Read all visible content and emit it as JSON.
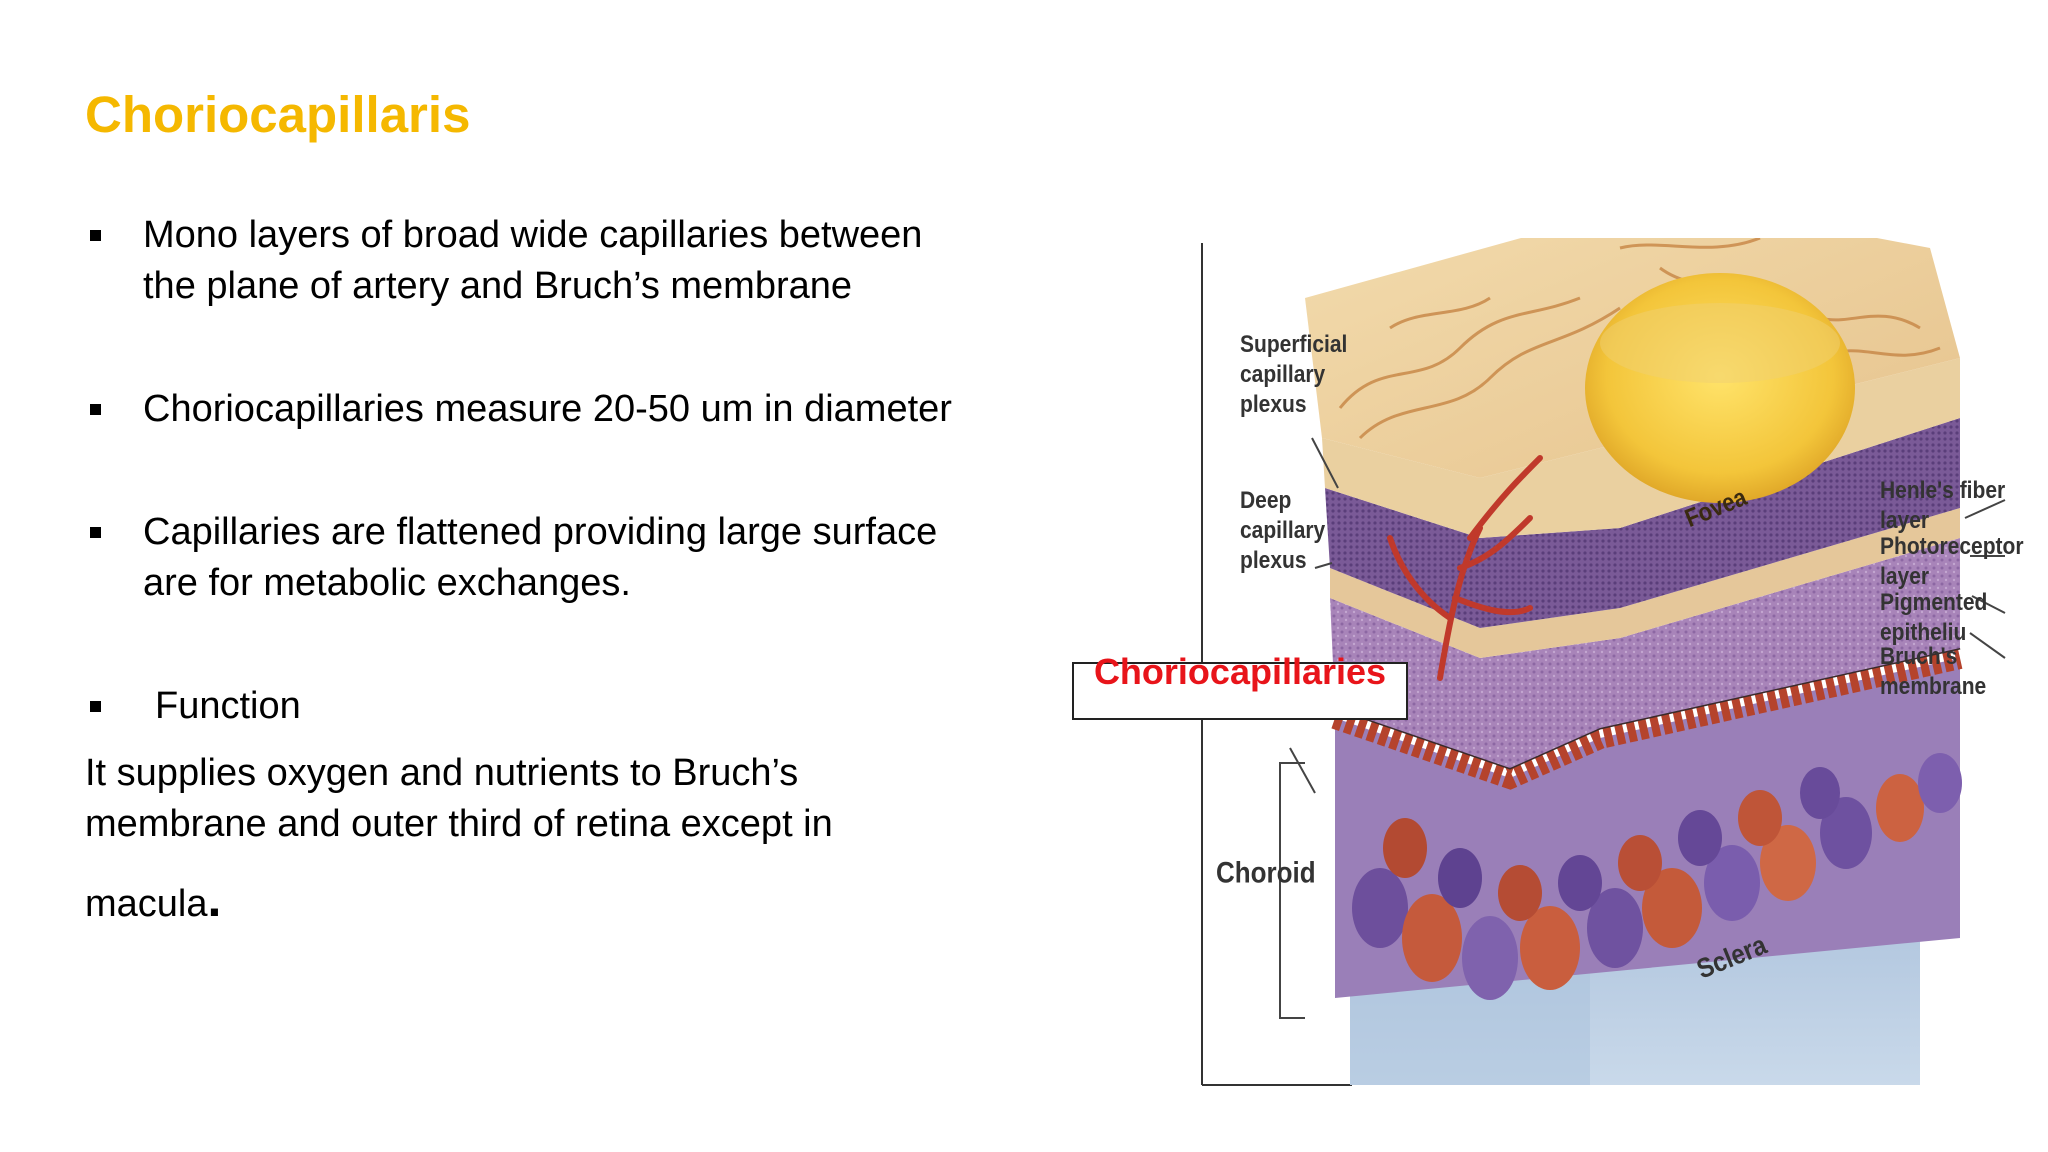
{
  "slide": {
    "title": "Choriocapillaris",
    "bullets": [
      {
        "line1": "Mono layers of broad wide capillaries between",
        "line2": "the plane of artery and Bruch’s membrane"
      },
      {
        "line1": "Choriocapillaries measure 20-50 um in diameter"
      },
      {
        "line1": "Capillaries are flattened providing large surface",
        "line2": "are for metabolic exchanges."
      }
    ],
    "function_heading": "Function",
    "function_text_line1": "It supplies oxygen and nutrients to Bruch’s",
    "function_text_line2": "membrane and outer third of retina except in",
    "function_text_line3": "macula",
    "function_text_period": "."
  },
  "figure": {
    "labels": {
      "superficial": "Superficial\ncapillary\nplexus",
      "deep": "Deep\ncapillary\nplexus",
      "fovea": "Fovea",
      "choroid": "Choroid",
      "sclera": "Sclera",
      "henle": "Henle's fiber layer",
      "photoreceptor": "Photoreceptor layer",
      "pigmented": "Pigmented epitheliu",
      "bruch": "Bruch's membrane"
    },
    "callout": "Choriocapillaries"
  }
}
